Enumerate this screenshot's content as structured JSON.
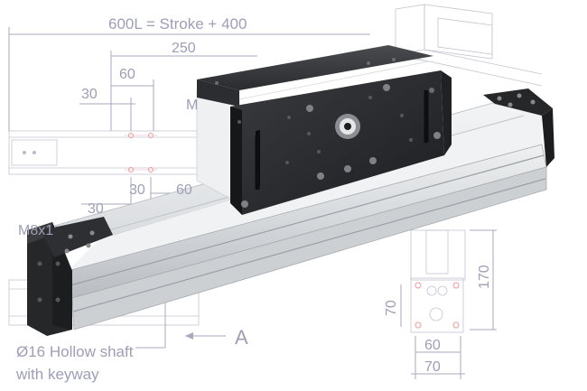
{
  "dimensions": {
    "overall_length": "600L = Stroke + 400",
    "carriage_length": "250",
    "hole_pitch_top": "60",
    "hole_offset_top": "30",
    "hole_offset_bottom": "30",
    "hole_pitch_bottom": "60",
    "end_height": "170",
    "end_hole_height": "70",
    "end_hole_width": "60",
    "end_width": "70"
  },
  "labels": {
    "thread_top": "M",
    "thread_left": "M8x1",
    "view_marker": "A",
    "shaft_line1": "Ø16 Hollow shaft",
    "shaft_line2": "with keyway"
  },
  "colors": {
    "dimension": "#9e9eb4",
    "profile": "#e6e8ea",
    "carriage": "#2a2b2e"
  }
}
